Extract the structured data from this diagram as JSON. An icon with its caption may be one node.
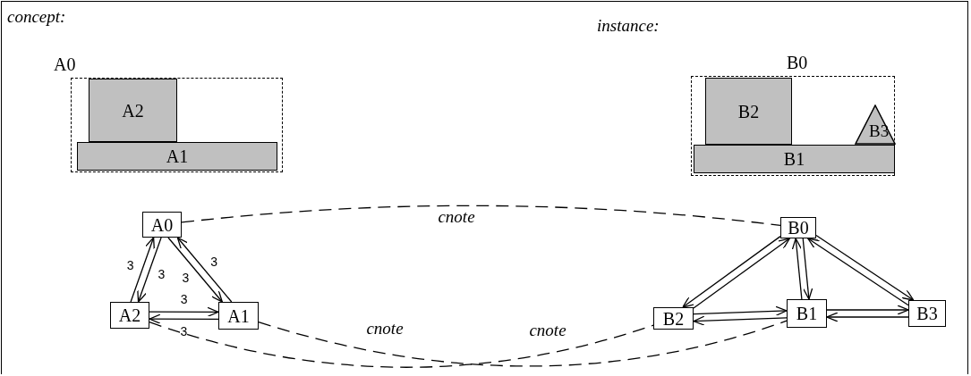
{
  "diagram": {
    "nodes": [
      {
        "text": [
          "A0"
        ]
      },
      {
        "text": [
          "A2"
        ],
        "in": 0
      },
      {
        "text": [
          "A1"
        ],
        "in": 0
      },
      {
        "text": [
          "B0"
        ]
      },
      {
        "text": [
          "B2"
        ],
        "in": 3
      },
      {
        "text": [
          "B1"
        ],
        "in": 3
      },
      {
        "text": [
          "B3"
        ],
        "in": 3
      },
      {
        "text": [
          "A0"
        ]
      },
      {
        "text": [
          "A2"
        ]
      },
      {
        "text": [
          "A1"
        ]
      },
      {
        "text": [
          "B0"
        ]
      },
      {
        "text": [
          "B2"
        ]
      },
      {
        "text": [
          "B1"
        ]
      },
      {
        "text": [
          "B3"
        ]
      }
    ],
    "edges": [
      {
        "from": 7,
        "to": 8,
        "arrow": "to",
        "label": "3"
      },
      {
        "from": 8,
        "to": 7,
        "arrow": "to",
        "label": "3"
      },
      {
        "from": 7,
        "to": 9,
        "arrow": "to",
        "label": "3"
      },
      {
        "from": 9,
        "to": 7,
        "arrow": "to",
        "label": "3"
      },
      {
        "from": 8,
        "to": 9,
        "arrow": "to",
        "label": "3"
      },
      {
        "from": 9,
        "to": 8,
        "arrow": "to",
        "label": "3"
      },
      {
        "from": 10,
        "to": 11,
        "arrow": "to"
      },
      {
        "from": 11,
        "to": 10,
        "arrow": "to"
      },
      {
        "from": 10,
        "to": 12,
        "arrow": "to"
      },
      {
        "from": 12,
        "to": 10,
        "arrow": "to"
      },
      {
        "from": 10,
        "to": 13,
        "arrow": "to"
      },
      {
        "from": 13,
        "to": 10,
        "arrow": "to"
      },
      {
        "from": 11,
        "to": 12,
        "arrow": "to"
      },
      {
        "from": 12,
        "to": 11,
        "arrow": "to"
      },
      {
        "from": 13,
        "to": 12,
        "arrow": "to"
      },
      {
        "from": 12,
        "to": 13,
        "arrow": "to"
      },
      {
        "from": 7,
        "to": 10,
        "arrow": "none",
        "label": "cnote",
        "style": "dashed"
      },
      {
        "from": 9,
        "to": 12,
        "arrow": "none",
        "label": "cnote",
        "style": "dashed"
      },
      {
        "from": 8,
        "to": 11,
        "arrow": "none",
        "label": "cnote",
        "style": "dashed"
      }
    ],
    "labels": [
      "concept:",
      "instance:"
    ]
  }
}
